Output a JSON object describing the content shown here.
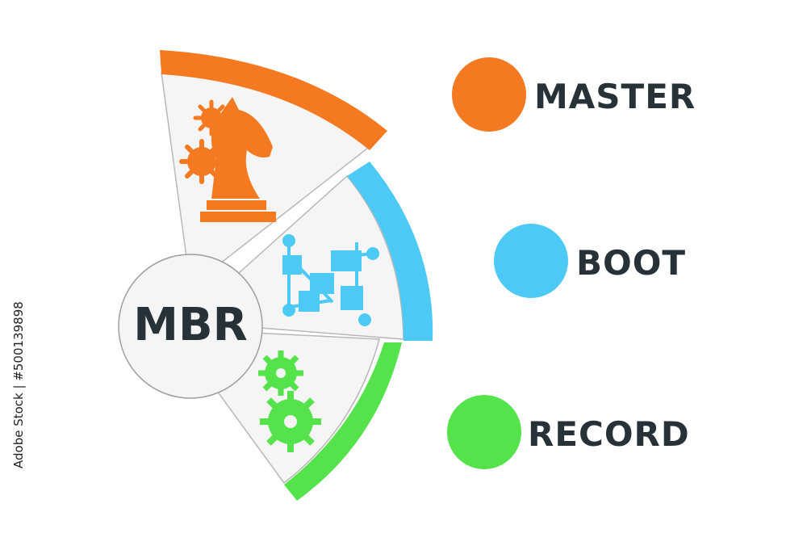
{
  "center": {
    "label": "MBR"
  },
  "colors": {
    "orange": "#f47920",
    "blue": "#4dc9f6",
    "green": "#55e34b",
    "panel": "#f5f5f5",
    "text": "#263238"
  },
  "segments": [
    {
      "icon": "chess-knight-gears-icon",
      "color": "#f47920"
    },
    {
      "icon": "circuit-nodes-icon",
      "color": "#4dc9f6"
    },
    {
      "icon": "gears-icon",
      "color": "#55e34b"
    }
  ],
  "legend": [
    {
      "label": "MASTER",
      "color": "#f47920"
    },
    {
      "label": "BOOT",
      "color": "#4dc9f6"
    },
    {
      "label": "RECORD",
      "color": "#55e34b"
    }
  ],
  "watermark": {
    "id": "Adobe Stock | #500139898"
  }
}
